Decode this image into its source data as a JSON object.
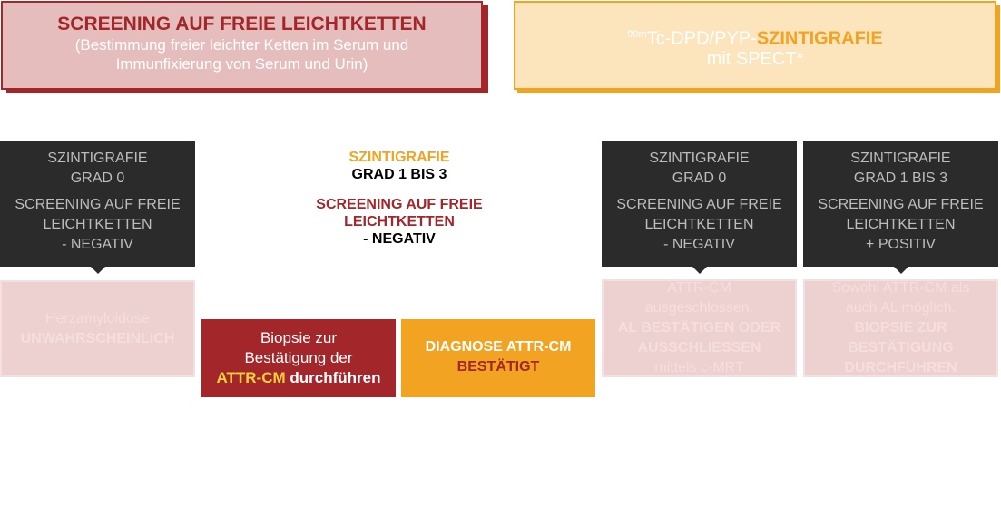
{
  "header_left": {
    "title": "SCREENING AUF FREIE LEICHTKETTEN",
    "sub1": "(Bestimmung freier leichter Ketten im Serum und",
    "sub2": "Immunfixierung von Serum und Urin)"
  },
  "header_right": {
    "sup": "99m",
    "prefix": "Tc-DPD/PYP-",
    "bold": "SZINTIGRAFIE",
    "line2": "mit SPECT*"
  },
  "col1": {
    "l1": "SZINTIGRAFIE",
    "l2": "GRAD 0",
    "l3": "SCREENING AUF FREIE",
    "l4": "LEICHTKETTEN",
    "l5": "- NEGATIV",
    "out1": "Herzamyloidose",
    "out2": "UNWAHRSCHEINLICH"
  },
  "col2": {
    "l1": "SZINTIGRAFIE",
    "l2": "GRAD 1 BIS 3",
    "l3": "SCREENING AUF FREIE",
    "l4": "LEICHTKETTEN",
    "l5": "- NEGATIV"
  },
  "biopsy": {
    "l1": "Biopsie zur",
    "l2": "Bestätigung der",
    "l3a": "ATTR-CM",
    "l3b": " durchführen"
  },
  "diagnosis": {
    "l1": "DIAGNOSE ATTR-CM",
    "l2": "BESTÄTIGT"
  },
  "col3": {
    "l1": "SZINTIGRAFIE",
    "l2": "GRAD 0",
    "l3": "SCREENING AUF FREIE",
    "l4": "LEICHTKETTEN",
    "l5": "- NEGATIV",
    "o1": "ATTR-CM",
    "o2": "ausgeschlossen.",
    "o3": "AL BESTÄTIGEN ODER",
    "o4": "AUSSCHLIESSEN",
    "o5": "mittels c-MRT"
  },
  "col4": {
    "l1": "SZINTIGRAFIE",
    "l2": "GRAD 1 BIS 3",
    "l3": "SCREENING AUF FREIE",
    "l4": "LEICHTKETTEN",
    "l5": "+ POSITIV",
    "o1": "Sowohl ATTR-CM als",
    "o2": "auch AL möglich.",
    "o3": "BIOPSIE ZUR",
    "o4": "BESTÄTIGUNG",
    "o5": "DURCHFÜHREN"
  },
  "colors": {
    "red": "#a3262a",
    "orange": "#f3a322",
    "dark": "#2b2b2b"
  }
}
